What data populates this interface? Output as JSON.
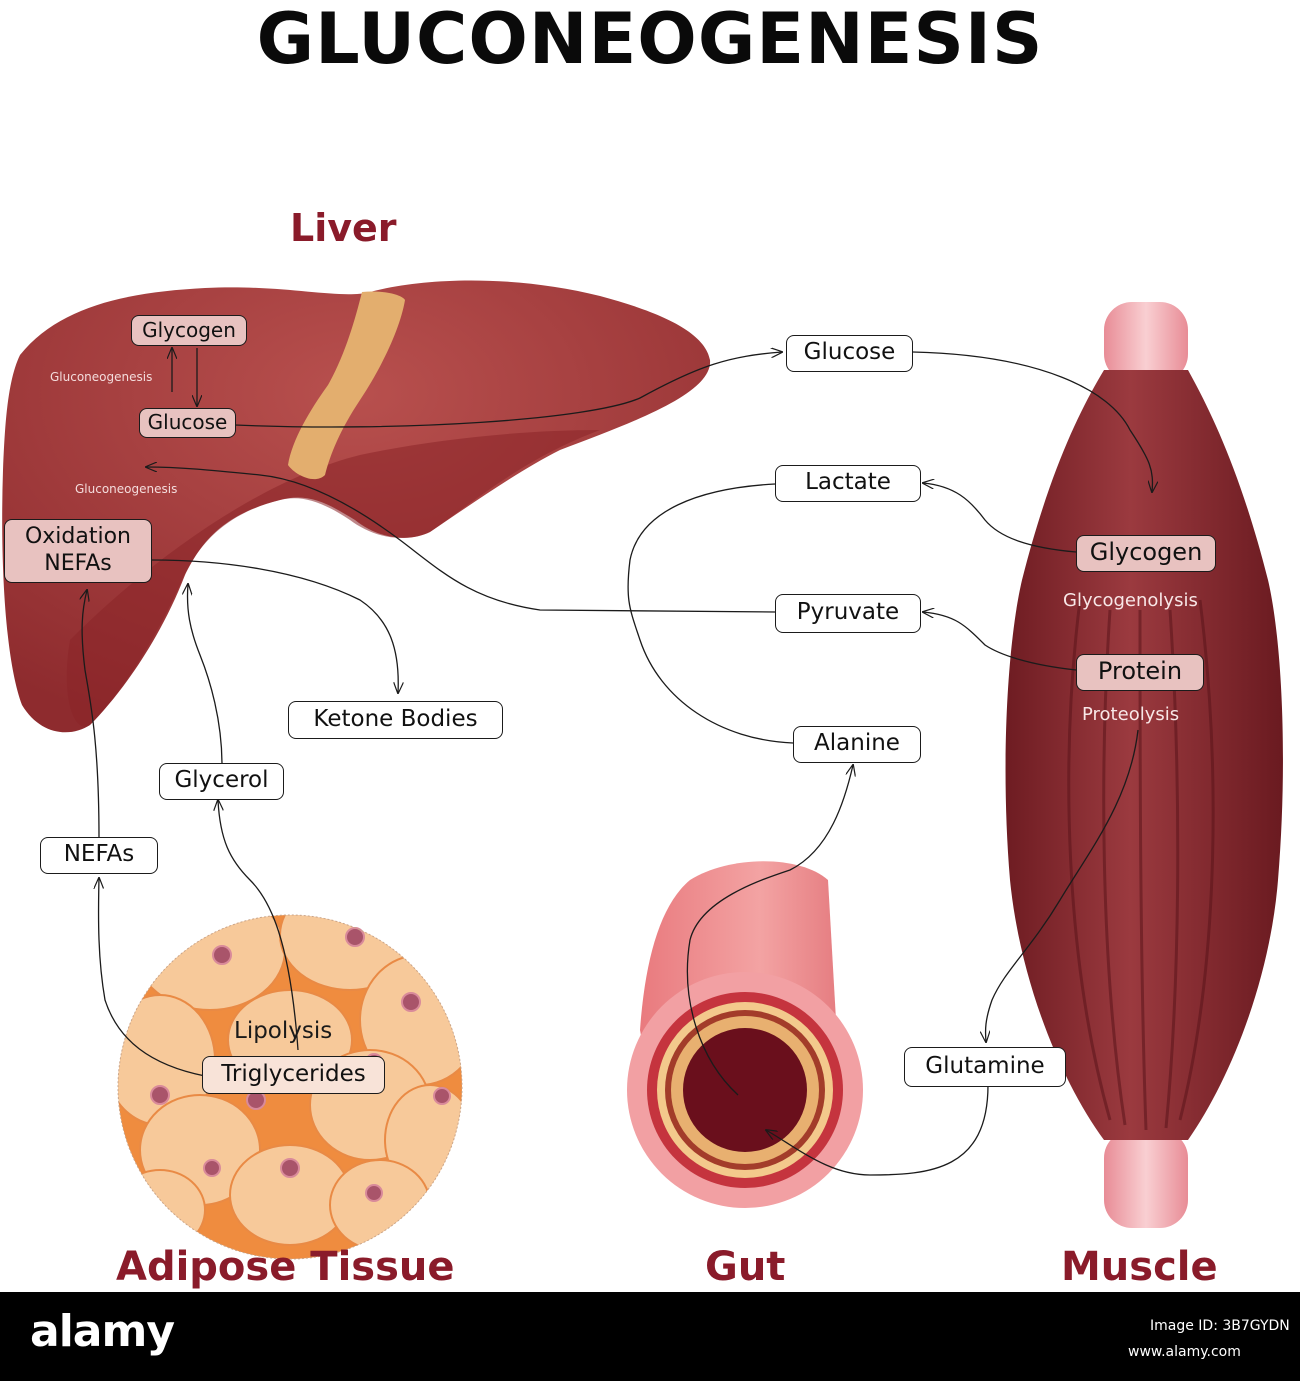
{
  "title": "GLUCONEOGENESIS",
  "organs": {
    "liver": "Liver",
    "adipose": "Adipose Tissue",
    "gut": "Gut",
    "muscle": "Muscle"
  },
  "liver_boxes": {
    "glycogen": "Glycogen",
    "glucose": "Glucose",
    "oxidation_line1": "Oxidation",
    "oxidation_line2": "NEFAs"
  },
  "liver_notes": {
    "gluconeogenesis_1": "Gluconeogenesis",
    "gluconeogenesis_2": "Gluconeogenesis"
  },
  "flow_boxes": {
    "glucose": "Glucose",
    "lactate": "Lactate",
    "pyruvate": "Pyruvate",
    "alanine": "Alanine",
    "glutamine": "Glutamine",
    "ketone_bodies": "Ketone Bodies",
    "glycerol": "Glycerol",
    "nefas": "NEFAs"
  },
  "muscle_boxes": {
    "glycogen": "Glycogen",
    "protein": "Protein"
  },
  "muscle_notes": {
    "glycogenolysis": "Glycogenolysis",
    "proteolysis": "Proteolysis"
  },
  "adipose_notes": {
    "lipolysis": "Lipolysis",
    "triglycerides": "Triglycerides"
  },
  "footer": {
    "brand": "alamy",
    "image_id": "Image ID: 3B7GYDN",
    "url": "www.alamy.com"
  },
  "colors": {
    "organ_label": "#8a1b2a",
    "liver": "#9d3436",
    "muscle": "#7e2228",
    "adipose": "#f0954a",
    "gut": "#ed8a8a",
    "box_pink": "#e8c2c0"
  }
}
